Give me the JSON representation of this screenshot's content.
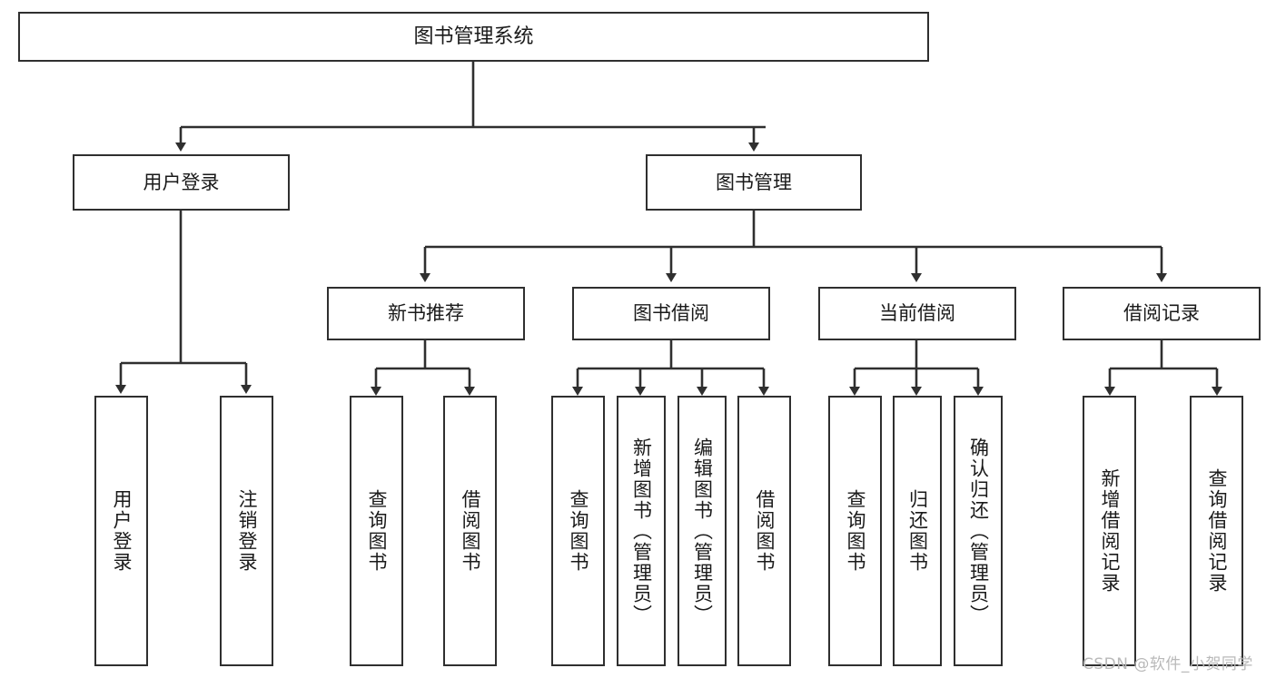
{
  "diagram": {
    "title": "图书管理系统",
    "type": "tree-hierarchy",
    "root": {
      "id": "root",
      "label": "图书管理系统"
    },
    "level2": [
      {
        "id": "login",
        "label": "用户登录"
      },
      {
        "id": "bookmgmt",
        "label": "图书管理"
      }
    ],
    "level3": [
      {
        "id": "newbook",
        "label": "新书推荐",
        "parent": "bookmgmt"
      },
      {
        "id": "borrow",
        "label": "图书借阅",
        "parent": "bookmgmt"
      },
      {
        "id": "current",
        "label": "当前借阅",
        "parent": "bookmgmt"
      },
      {
        "id": "record",
        "label": "借阅记录",
        "parent": "bookmgmt"
      }
    ],
    "leaves": [
      {
        "id": "leaf-1",
        "label": "用户登录",
        "parent": "login"
      },
      {
        "id": "leaf-2",
        "label": "注销登录",
        "parent": "login"
      },
      {
        "id": "leaf-3",
        "label": "查询图书",
        "parent": "newbook"
      },
      {
        "id": "leaf-4",
        "label": "借阅图书",
        "parent": "newbook"
      },
      {
        "id": "leaf-5",
        "label": "查询图书",
        "parent": "borrow"
      },
      {
        "id": "leaf-6",
        "label": "新增图书（管理员）",
        "parent": "borrow"
      },
      {
        "id": "leaf-7",
        "label": "编辑图书（管理员）",
        "parent": "borrow"
      },
      {
        "id": "leaf-8",
        "label": "借阅图书",
        "parent": "borrow"
      },
      {
        "id": "leaf-9",
        "label": "查询图书",
        "parent": "current"
      },
      {
        "id": "leaf-10",
        "label": "归还图书",
        "parent": "current"
      },
      {
        "id": "leaf-11",
        "label": "确认归还（管理员）",
        "parent": "current"
      },
      {
        "id": "leaf-12",
        "label": "新增借阅记录",
        "parent": "record"
      },
      {
        "id": "leaf-13",
        "label": "查询借阅记录",
        "parent": "record"
      }
    ],
    "watermark": "CSDN @软件_小贺同学",
    "colors": {
      "box_border": "#2f2f2f",
      "box_fill": "#ffffff",
      "connector": "#2f2f2f",
      "text": "#1a1a1a",
      "watermark": "#b9b9b9",
      "background": "#ffffff"
    }
  }
}
